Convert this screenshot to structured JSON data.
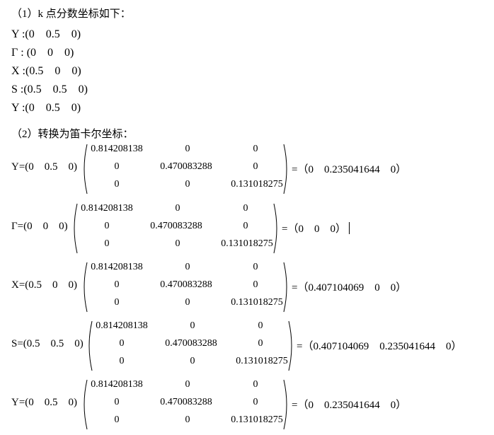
{
  "section1": {
    "heading": "（1）k 点分数坐标如下："
  },
  "kpoints": [
    "Y :(0    0.5    0)",
    "Γ : (0    0    0)",
    "X :(0.5    0    0)",
    "S :(0.5    0.5    0)",
    "Y :(0    0.5    0)"
  ],
  "section2": {
    "heading": "（2）转换为笛卡尔坐标："
  },
  "matrix": [
    [
      "0.814208138",
      "0",
      "0"
    ],
    [
      "0",
      "0.470083288",
      "0"
    ],
    [
      "0",
      "0",
      "0.131018275"
    ]
  ],
  "transforms": [
    {
      "lhs": "Y=(0    0.5    0)",
      "rhs": "=（0    0.235041644    0）"
    },
    {
      "lhs": "Γ=(0    0    0)",
      "rhs": "=（0    0    0）"
    },
    {
      "lhs": "X=(0.5    0    0)",
      "rhs": "=（0.407104069    0    0）"
    },
    {
      "lhs": "S=(0.5    0.5    0)",
      "rhs": "=（0.407104069    0.235041644    0）"
    },
    {
      "lhs": "Y=(0    0.5    0)",
      "rhs": "=（0    0.235041644    0）"
    }
  ]
}
